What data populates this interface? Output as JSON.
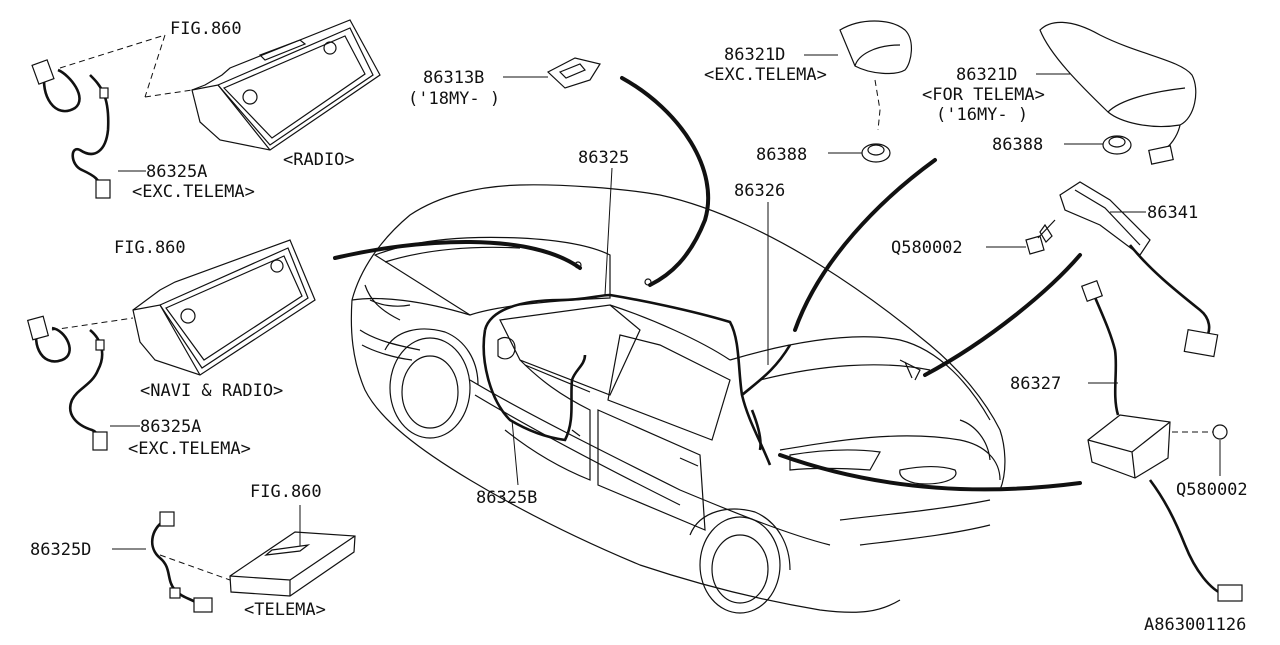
{
  "diagram": {
    "id": "A863001126",
    "labels": {
      "fig860_radio": "FIG.860",
      "part_86325A_radio": "86325A",
      "cond_exc_telema_radio": "<EXC.TELEMA>",
      "unit_radio": "<RADIO>",
      "fig860_navi": "FIG.860",
      "part_86325A_navi": "86325A",
      "cond_exc_telema_navi": "<EXC.TELEMA>",
      "unit_navi_radio": "<NAVI & RADIO>",
      "fig860_telema": "FIG.860",
      "part_86325D": "86325D",
      "unit_telema": "<TELEMA>",
      "part_86313B": "86313B",
      "cond_18my": "('18MY-  )",
      "part_86325": "86325",
      "part_86325B": "86325B",
      "part_86321D_exc": "86321D",
      "cond_exc_telema_antenna": "<EXC.TELEMA>",
      "part_86388_exc": "86388",
      "part_86326": "86326",
      "part_86321D_for": "86321D",
      "cond_for_telema": "<FOR TELEMA>",
      "cond_16my": "('16MY-  )",
      "part_86388_for": "86388",
      "part_86341": "86341",
      "part_Q580002_top": "Q580002",
      "part_86327": "86327",
      "part_Q580002_bottom": "Q580002",
      "diagram_code": "A863001126"
    }
  }
}
